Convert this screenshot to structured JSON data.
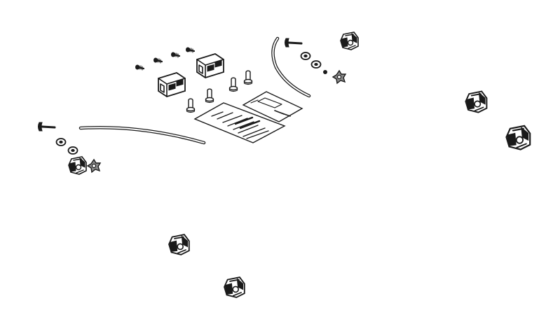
{
  "diagram": {
    "kind": "parts-kit exploded illustration",
    "colors": {
      "ink": "#1a1a1a",
      "background": "#ffffff",
      "shade": "#8a8a8a"
    },
    "parts": [
      {
        "id": "small-screw",
        "icon": "screw-icon",
        "count": 4
      },
      {
        "id": "mount-block",
        "icon": "mount-block-icon",
        "count": 2
      },
      {
        "id": "barrel-bolt",
        "icon": "barrel-bolt-icon",
        "count": 4
      },
      {
        "id": "wire-clip",
        "icon": "wire-clip-icon",
        "count": 7
      },
      {
        "id": "thumbscrew",
        "icon": "thumbscrew-icon",
        "count": 2
      },
      {
        "id": "washer",
        "icon": "washer-icon",
        "count": 4
      },
      {
        "id": "star-knob",
        "icon": "star-knob-icon",
        "count": 2
      },
      {
        "id": "guide-wire",
        "icon": "guide-wire-icon",
        "count": 2
      },
      {
        "id": "instruction-sheet",
        "icon": "instruction-sheet-icon",
        "count": 2
      }
    ]
  }
}
